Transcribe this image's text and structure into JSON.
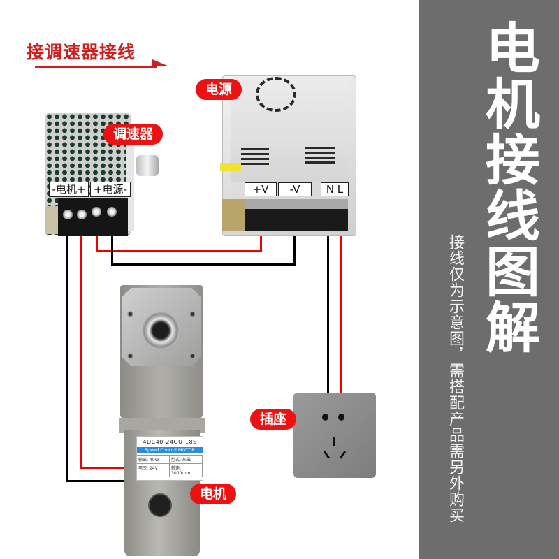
{
  "header": {
    "title": "接调速器接线",
    "accent_color": "#d21e1e"
  },
  "side_panel": {
    "title": "电机接线图解",
    "note": "接线仅为示意图，需搭配产品需另外购买",
    "background_color": "#6d6d6d"
  },
  "components": {
    "speed_controller": {
      "label": "调速器",
      "terminal_labels": [
        "-电机+",
        "+电源-"
      ]
    },
    "power_supply": {
      "label": "电源",
      "terminal_labels": [
        "+V",
        "-V",
        "N L"
      ]
    },
    "motor": {
      "label": "电机",
      "nameplate": {
        "model": "4DC40-24GU-18S",
        "band": "Speed Control MOTOR",
        "rows": [
          [
            "输出: 40W",
            "型式: 永磁"
          ],
          [
            "电压: 24V",
            "转速: 3000rpm"
          ]
        ]
      }
    },
    "socket": {
      "label": "插座"
    }
  },
  "wires": {
    "red_color": "#ee0000",
    "black_color": "#000000",
    "connections": [
      {
        "from": "调速器 电机-",
        "to": "电机",
        "color": "black"
      },
      {
        "from": "调速器 电机+",
        "to": "电机",
        "color": "red"
      },
      {
        "from": "调速器 电源+",
        "to": "电源 +V",
        "color": "red"
      },
      {
        "from": "调速器 电源-",
        "to": "电源 -V",
        "color": "black"
      },
      {
        "from": "电源 N",
        "to": "插座",
        "color": "black"
      },
      {
        "from": "电源 L",
        "to": "插座",
        "color": "red"
      }
    ]
  }
}
